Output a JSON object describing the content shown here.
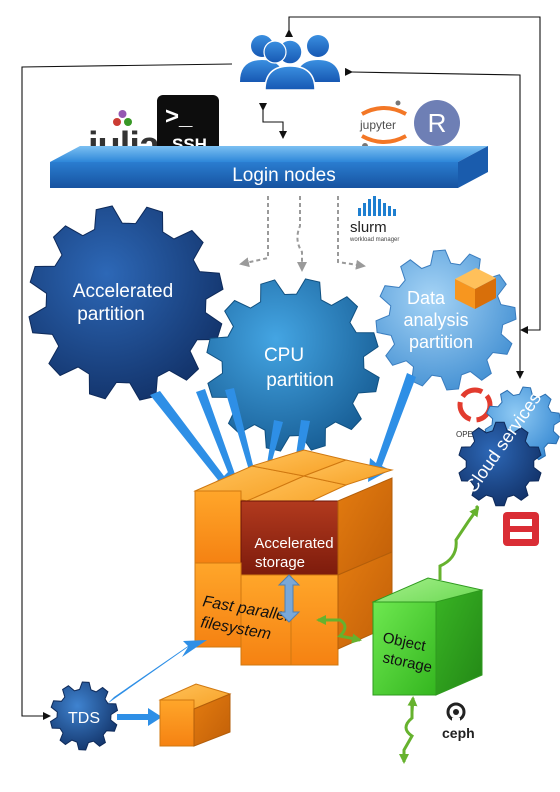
{
  "tools": {
    "julia": "julia",
    "ssh_prompt": ">_",
    "ssh": "SSH",
    "jupyter": "jupyter",
    "r": "R",
    "slurm": "slurm",
    "slurm_sub": "workload manager"
  },
  "login": {
    "label": "Login nodes"
  },
  "partitions": {
    "accelerated": [
      "Accelerated",
      "partition"
    ],
    "cpu": [
      "CPU",
      "partition"
    ],
    "data": [
      "Data",
      "analysis",
      "partition"
    ]
  },
  "cloud": {
    "label": "Cloud services",
    "openshift": "OPENSHIFT"
  },
  "storage": {
    "accelerated": [
      "Accelerated",
      "storage"
    ],
    "fast": [
      "Fast parallel",
      "filesystem"
    ],
    "object": [
      "Object",
      "storage"
    ]
  },
  "ceph": "ceph",
  "tds": "TDS",
  "colors": {
    "gear_dark": "#173f7e",
    "gear_mid": "#1f73b9",
    "gear_light": "#5ea9e2",
    "login_bar": "#2f86d9",
    "cube_orange": "#f7941d",
    "cube_dark": "#a42a15",
    "object_green": "#4ccc33",
    "arrow_blue": "#2e8fe6",
    "arrow_green": "#66b22e"
  }
}
